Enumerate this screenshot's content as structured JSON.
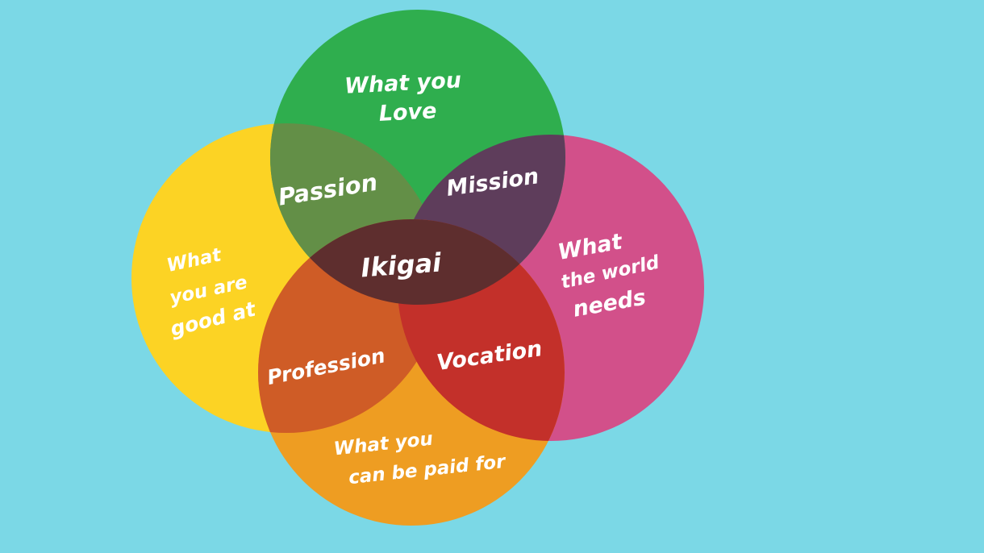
{
  "colors": {
    "background": "#7bd8e6",
    "love": "#2fae4e",
    "good_at": "#fcd324",
    "world_needs": "#d2508a",
    "paid_for": "#ee9d22",
    "passion": "#638f47",
    "mission": "#5e3d5b",
    "profession": "#cf5c26",
    "vocation": "#c3302a",
    "ikigai": "#5e2e2e",
    "label": "#ffffff"
  },
  "circles": {
    "love": {
      "line1": "What you",
      "line2": "Love"
    },
    "good_at": {
      "line1": "What",
      "line2": "you are",
      "line3": "good at"
    },
    "world_needs": {
      "line1": "What",
      "line2": "the world",
      "line3": "needs"
    },
    "paid_for": {
      "line1": "What you",
      "line2": "can be paid for"
    }
  },
  "intersections": {
    "passion": "Passion",
    "mission": "Mission",
    "profession": "Profession",
    "vocation": "Vocation",
    "center": "Ikigai"
  }
}
